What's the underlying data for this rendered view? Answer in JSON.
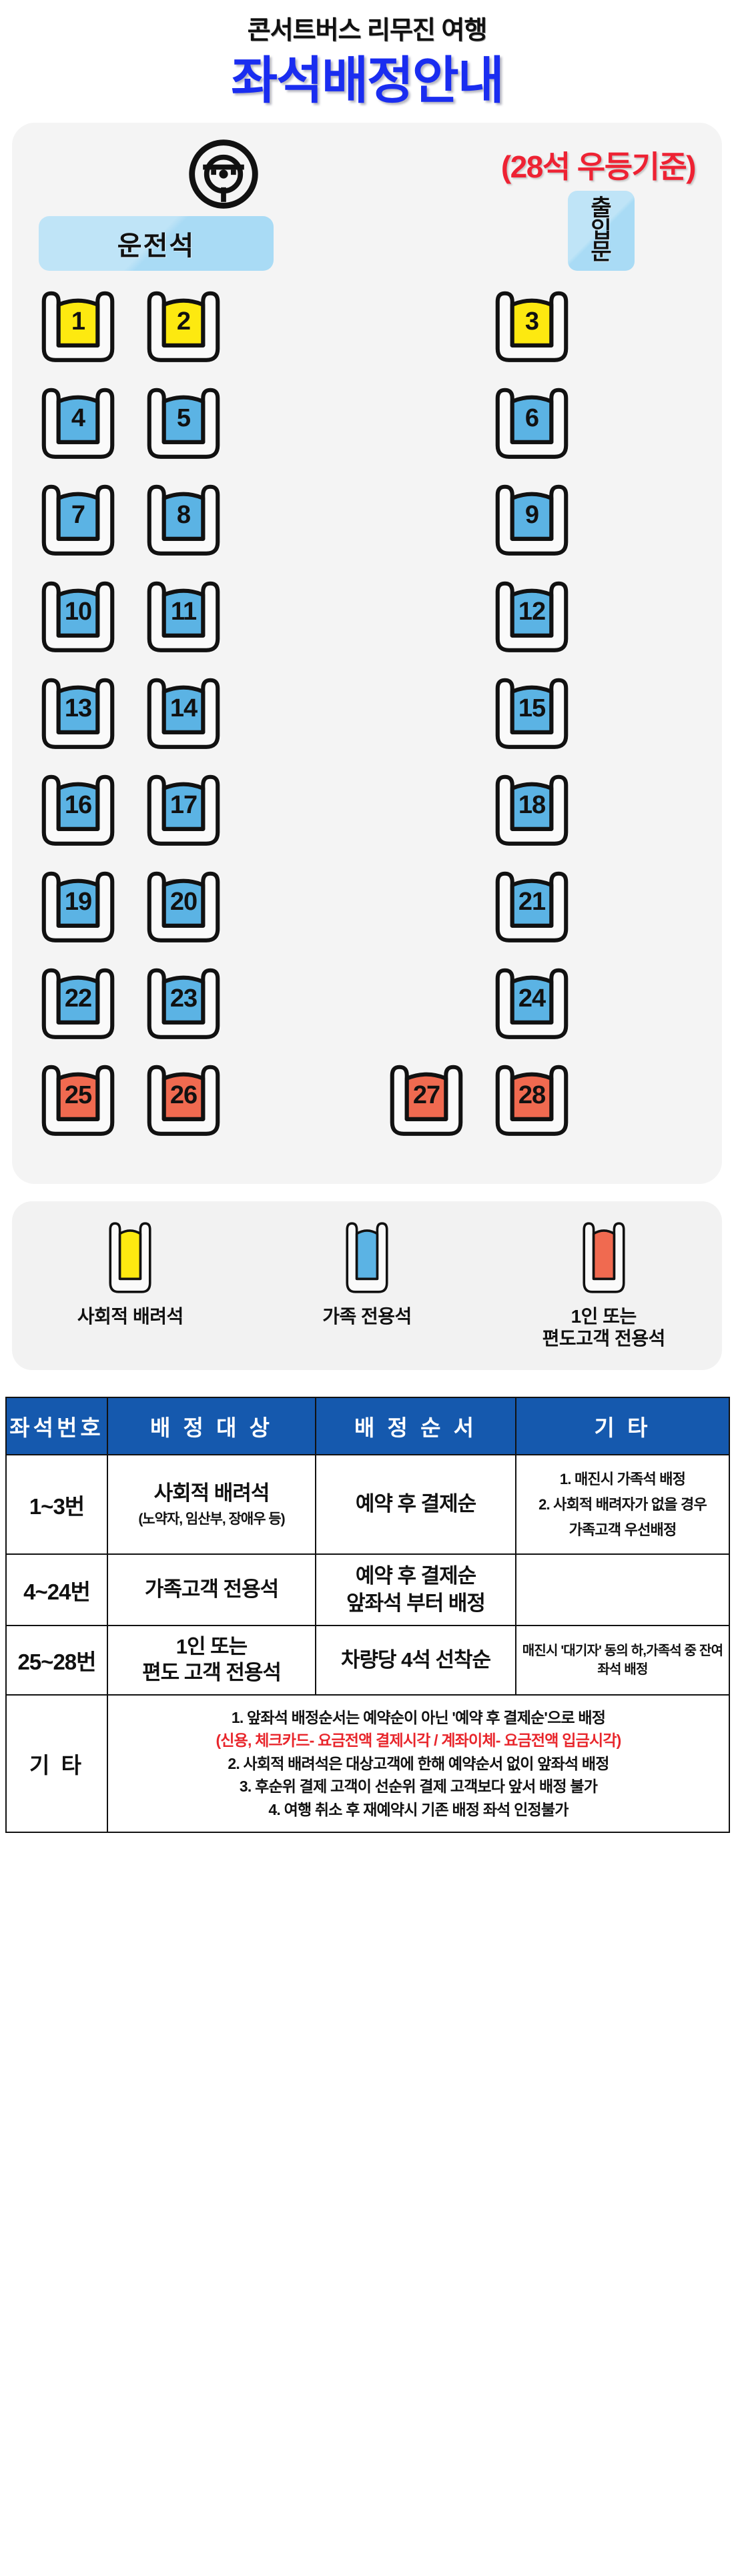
{
  "header": {
    "kicker": "콘서트버스 리무진 여행",
    "title": "좌석배정안내"
  },
  "bus": {
    "subtitle": "(28석 우등기준)",
    "steering_icon": "steering-wheel-icon",
    "driver_label": "운전석",
    "door_label_line1": "출",
    "door_label_line2": "입",
    "door_label_line3": "문",
    "colors": {
      "priority_seat": "#FDE910",
      "family_seat": "#5BB3E4",
      "single_seat": "#F06A50",
      "seat_frame": "#FAFAFA",
      "seat_outline": "#111111",
      "panel_bg": "#F4F4F4",
      "label_box": "#BFE4F7",
      "title_blue": "#1A2DF0",
      "subtitle_red": "#EE2233",
      "table_header": "#1559AE"
    },
    "rows": [
      [
        {
          "num": "1",
          "type": "priority"
        },
        {
          "num": "2",
          "type": "priority"
        },
        null,
        {
          "num": "3",
          "type": "priority"
        }
      ],
      [
        {
          "num": "4",
          "type": "family"
        },
        {
          "num": "5",
          "type": "family"
        },
        null,
        {
          "num": "6",
          "type": "family"
        }
      ],
      [
        {
          "num": "7",
          "type": "family"
        },
        {
          "num": "8",
          "type": "family"
        },
        null,
        {
          "num": "9",
          "type": "family"
        }
      ],
      [
        {
          "num": "10",
          "type": "family"
        },
        {
          "num": "11",
          "type": "family"
        },
        null,
        {
          "num": "12",
          "type": "family"
        }
      ],
      [
        {
          "num": "13",
          "type": "family"
        },
        {
          "num": "14",
          "type": "family"
        },
        null,
        {
          "num": "15",
          "type": "family"
        }
      ],
      [
        {
          "num": "16",
          "type": "family"
        },
        {
          "num": "17",
          "type": "family"
        },
        null,
        {
          "num": "18",
          "type": "family"
        }
      ],
      [
        {
          "num": "19",
          "type": "family"
        },
        {
          "num": "20",
          "type": "family"
        },
        null,
        {
          "num": "21",
          "type": "family"
        }
      ],
      [
        {
          "num": "22",
          "type": "family"
        },
        {
          "num": "23",
          "type": "family"
        },
        null,
        {
          "num": "24",
          "type": "family"
        }
      ],
      [
        {
          "num": "25",
          "type": "single"
        },
        {
          "num": "26",
          "type": "single"
        },
        {
          "num": "27",
          "type": "single"
        },
        {
          "num": "28",
          "type": "single"
        }
      ]
    ]
  },
  "legend": [
    {
      "type": "priority",
      "label_line1": "사회적 배려석",
      "label_line2": ""
    },
    {
      "type": "family",
      "label_line1": "가족 전용석",
      "label_line2": ""
    },
    {
      "type": "single",
      "label_line1": "1인 또는",
      "label_line2": "편도고객 전용석"
    }
  ],
  "table": {
    "headers": [
      "좌석번호",
      "배 정 대 상",
      "배 정 순 서",
      "기 타"
    ],
    "rows": [
      {
        "seatno": "1~3번",
        "target_main": "사회적 배려석",
        "target_sub": "(노약자, 임산부, 장애우 등)",
        "order_line1": "예약 후 결제순",
        "order_line2": "",
        "etc_notes": [
          "1. 매진시 가족석 배정",
          "2. 사회적 배려자가 없을 경우",
          "가족고객 우선배정"
        ]
      },
      {
        "seatno": "4~24번",
        "target_main": "가족고객 전용석",
        "target_sub": "",
        "order_line1": "예약 후 결제순",
        "order_line2": "앞좌석 부터 배정",
        "etc_notes": []
      },
      {
        "seatno": "25~28번",
        "target_main": "1인 또는",
        "target_sub2": "편도 고객 전용석",
        "order_line1": "차량당 4석 선착순",
        "order_line2": "",
        "etc_notes": [
          "매진시 '대기자' 동의 하,",
          "가족석 중 잔여좌석 배정"
        ]
      }
    ],
    "footer": {
      "label": "기 타",
      "notes": [
        {
          "text": "1. 앞좌석 배정순서는 예약순이 아닌 '예약 후 결제순'으로 배정",
          "red": false
        },
        {
          "text": "(신용, 체크카드- 요금전액 결제시각 / 계좌이체- 요금전액 입금시각)",
          "red": true
        },
        {
          "text": "2. 사회적 배려석은 대상고객에 한해 예약순서 없이 앞좌석 배정",
          "red": false
        },
        {
          "text": "3. 후순위 결제 고객이 선순위 결제 고객보다 앞서 배정 불가",
          "red": false
        },
        {
          "text": "4. 여행 취소 후 재예약시 기존 배정 좌석 인정불가",
          "red": false
        }
      ]
    }
  }
}
